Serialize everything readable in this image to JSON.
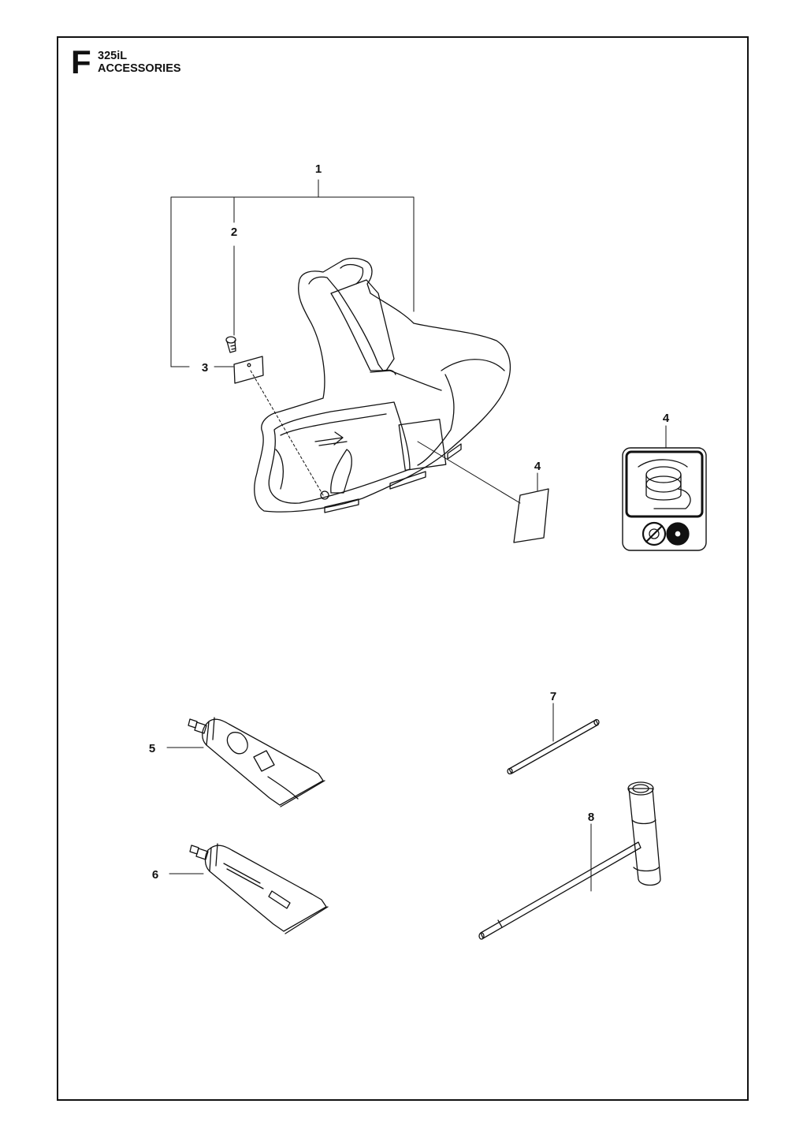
{
  "header": {
    "section_letter": "F",
    "model": "325iL",
    "title": "ACCESSORIES"
  },
  "callouts": [
    "1",
    "2",
    "3",
    "4",
    "4",
    "5",
    "6",
    "7",
    "8"
  ]
}
